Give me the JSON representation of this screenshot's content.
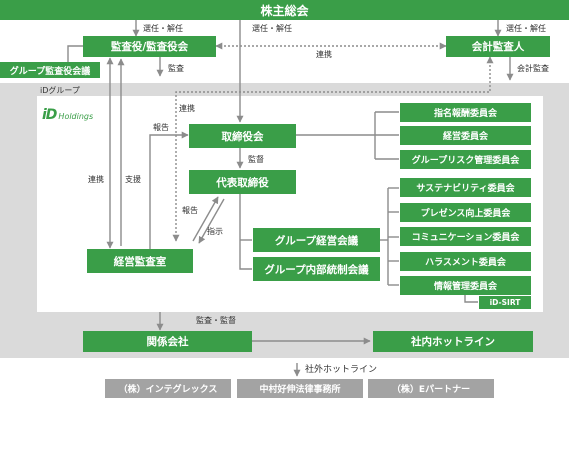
{
  "top": {
    "title": "株主総会"
  },
  "boxes": {
    "auditors": "監査役/監査役会",
    "group_audit_council": "グループ監査役会議",
    "accounting_auditor": "会計監査人",
    "board": "取締役会",
    "representative": "代表取締役",
    "internal_audit": "経営監査室",
    "group_management": "グループ経営会議",
    "group_internal_control": "グループ内部統制会議",
    "affiliates": "関係会社",
    "internal_hotline": "社内ホットライン"
  },
  "committees_top": [
    "指名報酬委員会",
    "経営委員会",
    "グループリスク管理委員会"
  ],
  "committees_bottom": [
    "サステナビリティ委員会",
    "プレゼンス向上委員会",
    "コミュニケーション委員会",
    "ハラスメント委員会",
    "情報管理委員会"
  ],
  "idsirt": "iD-SIRT",
  "external": {
    "label": "社外ホットライン",
    "items": [
      "（株）インテグレックス",
      "中村好伸法律事務所",
      "（株）Eパートナー"
    ]
  },
  "group": {
    "label": "iDグループ",
    "logo_id": "iD",
    "logo_text": "Holdings"
  },
  "labels": {
    "elect_left": "選任・解任",
    "elect_mid": "選任・解任",
    "elect_right": "選任・解任",
    "renkei_top": "連携",
    "kansa": "監査",
    "kaikei_kansa": "会計監査",
    "renkei_mid": "連携",
    "renkei_left": "連携",
    "shien": "支援",
    "houkoku_top": "報告",
    "kantoku": "監督",
    "houkoku_mid": "報告",
    "shiji": "指示",
    "kansa_kantoku": "監査・監督",
    "outside_hotline": "社外ホットライン"
  },
  "colors": {
    "green": "#3a9e48",
    "gray_box": "#a3a3a3",
    "band": "#dadada",
    "line": "#8c8c8c"
  }
}
